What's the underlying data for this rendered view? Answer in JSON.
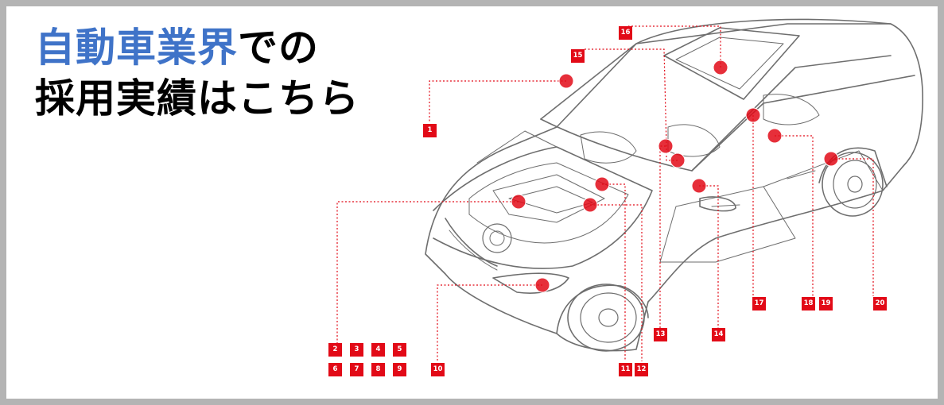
{
  "headline": {
    "highlight": "自動車業界",
    "line1_rest": "での",
    "line2": "採用実績はこちら"
  },
  "diagram": {
    "part_numbers": [
      "1",
      "2",
      "3",
      "4",
      "5",
      "6",
      "7",
      "8",
      "9",
      "10",
      "11",
      "12",
      "13",
      "14",
      "15",
      "16",
      "17",
      "18",
      "19",
      "20"
    ]
  },
  "colors": {
    "highlight_text": "#3f73c8",
    "marker": "#e20a17",
    "frame": "#b4b4b4"
  }
}
